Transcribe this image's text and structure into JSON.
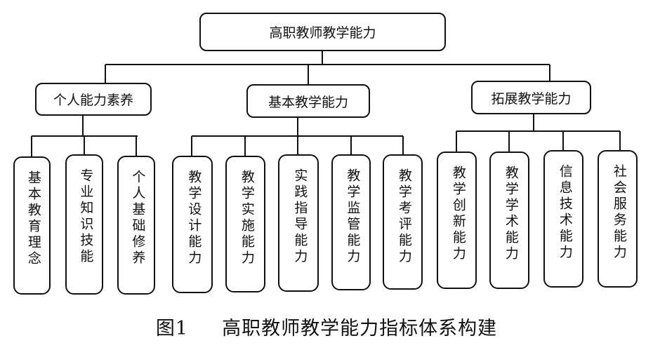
{
  "root": "高职教师教学能力",
  "categories": [
    {
      "label": "个人能力素养",
      "children": [
        "基本教育理念",
        "专业知识技能",
        "个人基础修养"
      ]
    },
    {
      "label": "基本教学能力",
      "children": [
        "教学设计能力",
        "教学实施能力",
        "实践指导能力",
        "教学监管能力",
        "教学考评能力"
      ]
    },
    {
      "label": "拓展教学能力",
      "children": [
        "教学创新能力",
        "教学学术能力",
        "信息技术能力",
        "社会服务能力"
      ]
    }
  ],
  "caption": {
    "figure": "图1",
    "title": "高职教师教学能力指标体系构建"
  }
}
